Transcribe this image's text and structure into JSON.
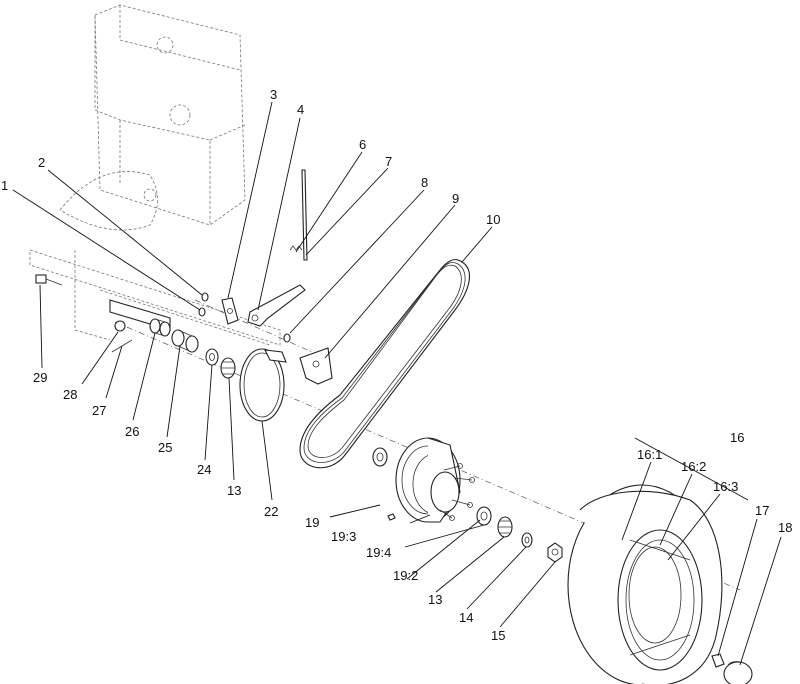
{
  "callouts": [
    {
      "id": "c1",
      "text": "1"
    },
    {
      "id": "c2",
      "text": "2"
    },
    {
      "id": "c3",
      "text": "3"
    },
    {
      "id": "c4",
      "text": "4"
    },
    {
      "id": "c6",
      "text": "6"
    },
    {
      "id": "c7",
      "text": "7"
    },
    {
      "id": "c8",
      "text": "8"
    },
    {
      "id": "c9",
      "text": "9"
    },
    {
      "id": "c10",
      "text": "10"
    },
    {
      "id": "c29",
      "text": "29"
    },
    {
      "id": "c28",
      "text": "28"
    },
    {
      "id": "c27",
      "text": "27"
    },
    {
      "id": "c26",
      "text": "26"
    },
    {
      "id": "c25",
      "text": "25"
    },
    {
      "id": "c24",
      "text": "24"
    },
    {
      "id": "c13a",
      "text": "13"
    },
    {
      "id": "c22",
      "text": "22"
    },
    {
      "id": "c19",
      "text": "19"
    },
    {
      "id": "c19_3",
      "text": "19:3"
    },
    {
      "id": "c19_4",
      "text": "19:4"
    },
    {
      "id": "c19_2",
      "text": "19:2"
    },
    {
      "id": "c13b",
      "text": "13"
    },
    {
      "id": "c14",
      "text": "14"
    },
    {
      "id": "c15",
      "text": "15"
    },
    {
      "id": "c16",
      "text": "16"
    },
    {
      "id": "c16_1",
      "text": "16:1"
    },
    {
      "id": "c16_2",
      "text": "16:2"
    },
    {
      "id": "c16_3",
      "text": "16:3"
    },
    {
      "id": "c17",
      "text": "17"
    },
    {
      "id": "c18",
      "text": "18"
    }
  ]
}
